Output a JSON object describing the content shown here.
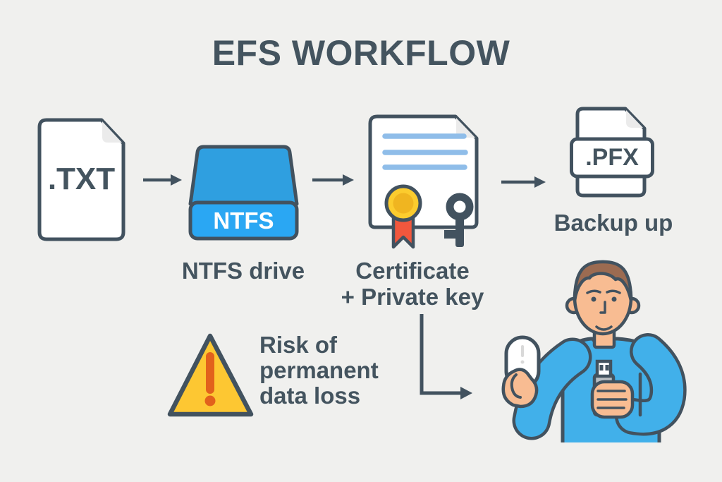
{
  "title": "EFS WORKFLOW",
  "steps": {
    "txt_file": {
      "label": ".TXT"
    },
    "ntfs_drive": {
      "disk_label": "NTFS",
      "caption": "NTFS drive"
    },
    "certificate": {
      "caption": "Certificate\n+ Private key"
    },
    "pfx_file": {
      "label": ".PFX",
      "caption": "Backup up"
    }
  },
  "warning": {
    "text": "Risk of\npermanent\ndata loss"
  },
  "icons": {
    "txt_file": "document-file-icon",
    "ntfs_drive": "hard-drive-icon",
    "certificate": "certificate-with-seal-and-key-icon",
    "pfx_file": "document-file-icon",
    "warning": "warning-triangle-icon",
    "person": "person-holding-usb-and-mouse-illustration",
    "arrows": "right-arrow-connector"
  },
  "colors": {
    "background": "#f0f0ee",
    "outline_dark": "#42525f",
    "text_dark": "#44545f",
    "drive_blue_top": "#2f9fe0",
    "drive_blue_band": "#2aa7f3",
    "shirt_blue": "#41b0ea",
    "certificate_line_blue": "#8fbde9",
    "seal_yellow": "#fccc2e",
    "seal_inner_yellow": "#f0b520",
    "ribbon_red": "#f1573d",
    "warning_yellow": "#fdc732",
    "warning_exclamation_orange": "#e2611c",
    "skin": "#f8bc92",
    "hair_brown": "#9c6b51",
    "usb_gray": "#b9bec2",
    "paper_fold_gray": "#ebebeb"
  }
}
